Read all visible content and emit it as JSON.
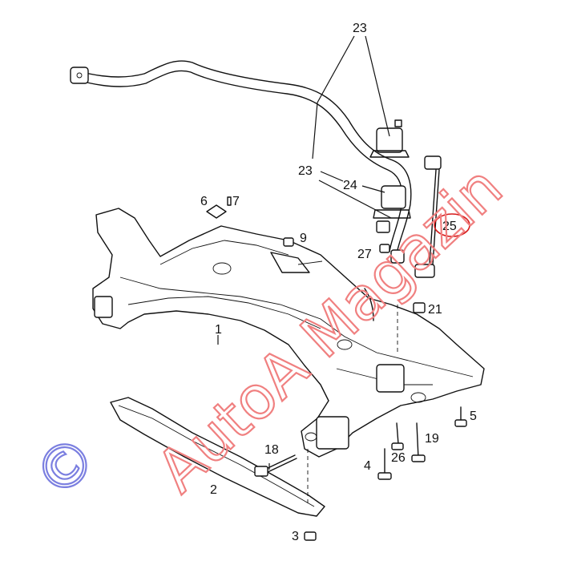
{
  "diagram": {
    "callouts": {
      "p1": "1",
      "p2": "2",
      "p3": "3",
      "p4": "4",
      "p5": "5",
      "p6": "6",
      "p7": "7",
      "p9": "9",
      "p18": "18",
      "p19": "19",
      "p21": "21",
      "p23a": "23",
      "p23b": "23",
      "p24": "24",
      "p25": "25",
      "p26": "26",
      "p27": "27"
    },
    "highlighted_callout": "25",
    "highlight_color": "#d61a1a"
  },
  "watermark": {
    "copyright_symbol": "©",
    "text": "AutoA Magazin",
    "red_color": "#f08080",
    "blue_color": "#7b7fe0"
  }
}
